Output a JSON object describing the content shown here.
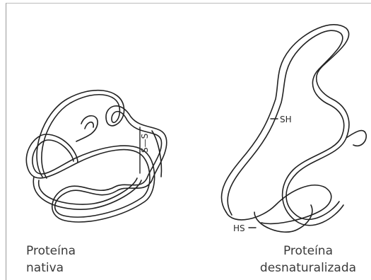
{
  "native": {
    "label_line1": "Proteína",
    "label_line2": "nativa",
    "bond_label": "S—S"
  },
  "denatured": {
    "label_line1": "Proteína",
    "label_line2": "desnaturalizada",
    "sh_label": "SH",
    "hs_label": "HS"
  }
}
